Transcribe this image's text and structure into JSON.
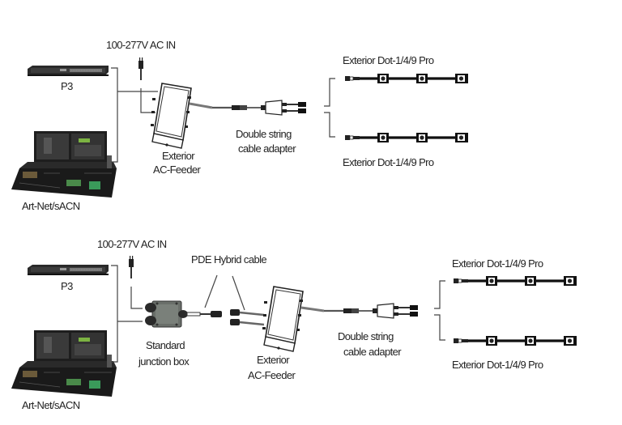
{
  "diagram": {
    "title": "Exterior Dot-1/4/9 Pro wiring diagram",
    "sections": [
      {
        "id": "top",
        "power_label": "100-277V  AC  IN",
        "controllers": [
          {
            "name": "p3",
            "label": "P3"
          },
          {
            "name": "console",
            "label": "Art-Net/sACN"
          }
        ],
        "feeder": {
          "label_line1": "Exterior",
          "label_line2": "AC-Feeder"
        },
        "adapter": {
          "label_line1": "Double string",
          "label_line2": "cable adapter"
        },
        "fixtures": [
          {
            "label": "Exterior Dot-1/4/9 Pro",
            "dot_count": 3
          },
          {
            "label": "Exterior Dot-1/4/9 Pro",
            "dot_count": 3
          }
        ]
      },
      {
        "id": "bottom",
        "power_label": "100-277V  AC  IN",
        "controllers": [
          {
            "name": "p3",
            "label": "P3"
          },
          {
            "name": "console",
            "label": "Art-Net/sACN"
          }
        ],
        "junction": {
          "label_line1": "Standard",
          "label_line2": "junction box"
        },
        "hybrid_cable_label": "PDE Hybrid cable",
        "feeder": {
          "label_line1": "Exterior",
          "label_line2": "AC-Feeder"
        },
        "adapter": {
          "label_line1": "Double string",
          "label_line2": "cable adapter"
        },
        "fixtures": [
          {
            "label": "Exterior Dot-1/4/9 Pro",
            "dot_count": 3
          },
          {
            "label": "Exterior Dot-1/4/9 Pro",
            "dot_count": 3
          }
        ]
      }
    ]
  },
  "icons": {
    "server": "rack-server-icon",
    "console": "lighting-console-icon",
    "plug": "power-plug-icon",
    "feeder": "ac-feeder-box-icon",
    "junction": "junction-box-icon",
    "adapter": "y-cable-adapter-icon",
    "fixture": "led-dot-string-icon"
  }
}
